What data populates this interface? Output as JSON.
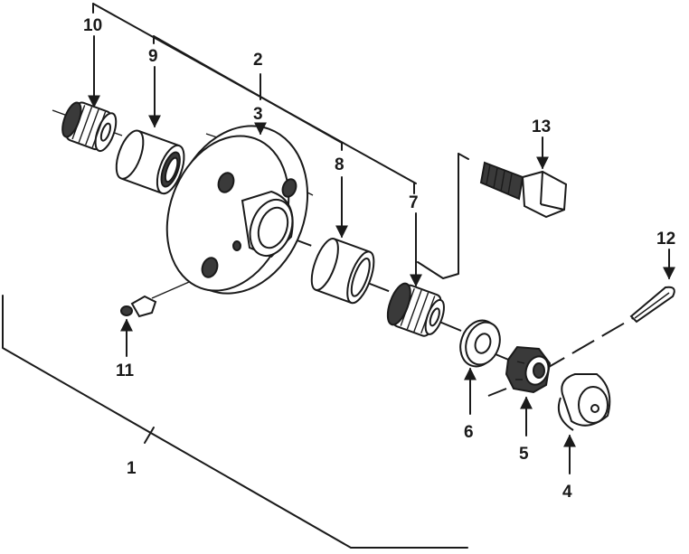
{
  "callouts": {
    "c1": "1",
    "c2": "2",
    "c3": "3",
    "c4": "4",
    "c5": "5",
    "c6": "6",
    "c7": "7",
    "c8": "8",
    "c9": "9",
    "c10": "10",
    "c11": "11",
    "c12": "12",
    "c13": "13"
  },
  "colors": {
    "ink": "#1a1a1a",
    "paper": "#ffffff",
    "shade": "#3a3a3a"
  }
}
